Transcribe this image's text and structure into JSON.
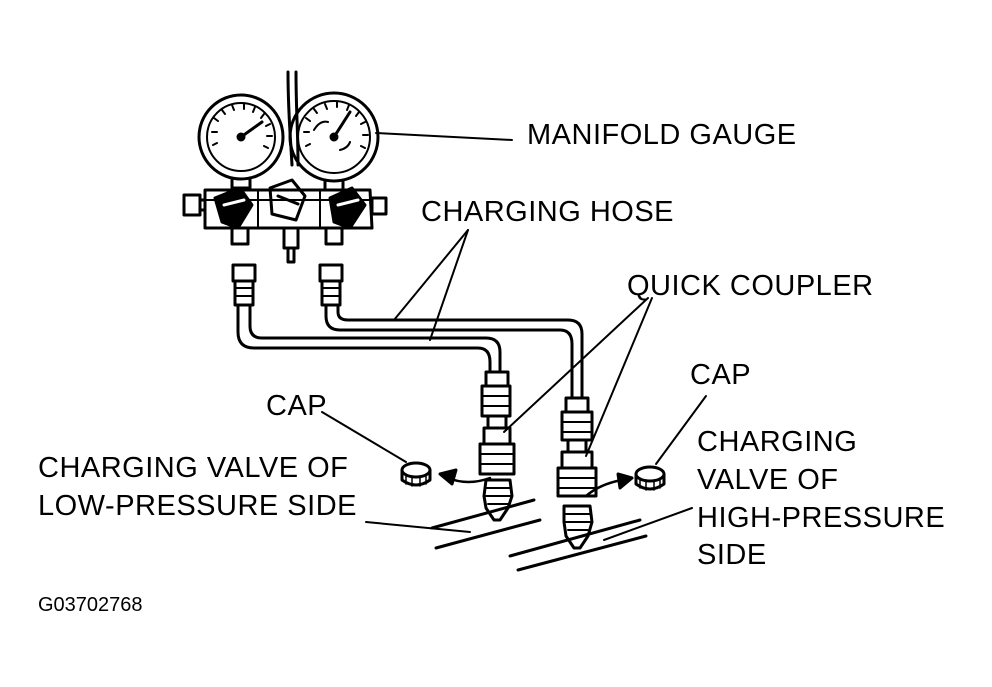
{
  "labels": {
    "manifold_gauge": "MANIFOLD GAUGE",
    "charging_hose": "CHARGING HOSE",
    "quick_coupler": "QUICK COUPLER",
    "cap_left": "CAP",
    "cap_right": "CAP",
    "low_valve_line1": "CHARGING VALVE OF",
    "low_valve_line2": "LOW-PRESSURE SIDE",
    "high_valve_line1": "CHARGING",
    "high_valve_line2": "VALVE OF",
    "high_valve_line3": "HIGH-PRESSURE",
    "high_valve_line4": "SIDE"
  },
  "figure_id": "G03702768",
  "colors": {
    "ink": "#000000",
    "paper": "#ffffff"
  }
}
